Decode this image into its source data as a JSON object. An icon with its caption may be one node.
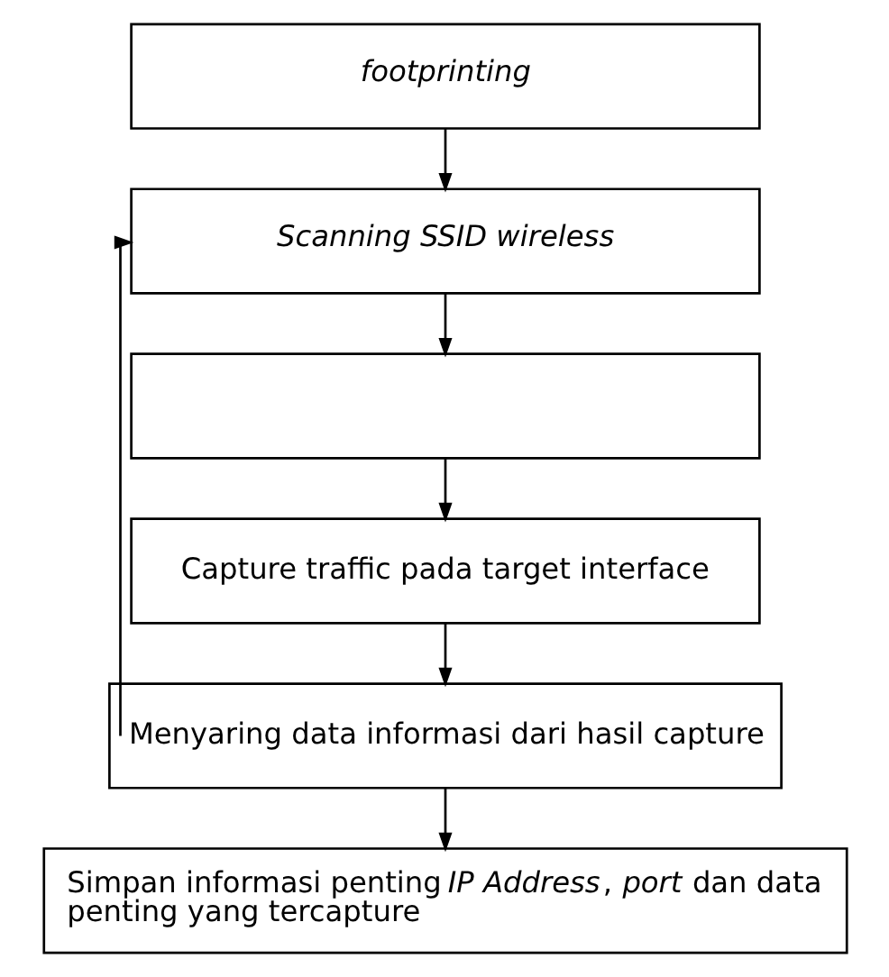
{
  "diagram": {
    "nodes": [
      {
        "text": [
          "footprinting"
        ]
      },
      {
        "text": [
          "Scanning SSID wireless"
        ]
      },
      {
        "text": [],
        "shape": "box"
      },
      {
        "text": [
          "Capture traffic pada target interface"
        ]
      },
      {
        "text": [
          "Menyaring data informasi dari hasil capture"
        ]
      },
      {
        "text": [
          "Simpan informasi penting *IP Address*, *port* dan data penting yang tercapture"
        ]
      }
    ],
    "edges": [
      {
        "from": 0,
        "to": 1,
        "arrow": "to"
      },
      {
        "from": 1,
        "to": 2,
        "arrow": "to"
      },
      {
        "from": 2,
        "to": 3,
        "arrow": "to"
      },
      {
        "from": 3,
        "to": 4,
        "arrow": "to"
      },
      {
        "from": 4,
        "to": 5,
        "arrow": "to"
      },
      {
        "from": 4,
        "to": 1,
        "arrow": "to"
      }
    ]
  }
}
